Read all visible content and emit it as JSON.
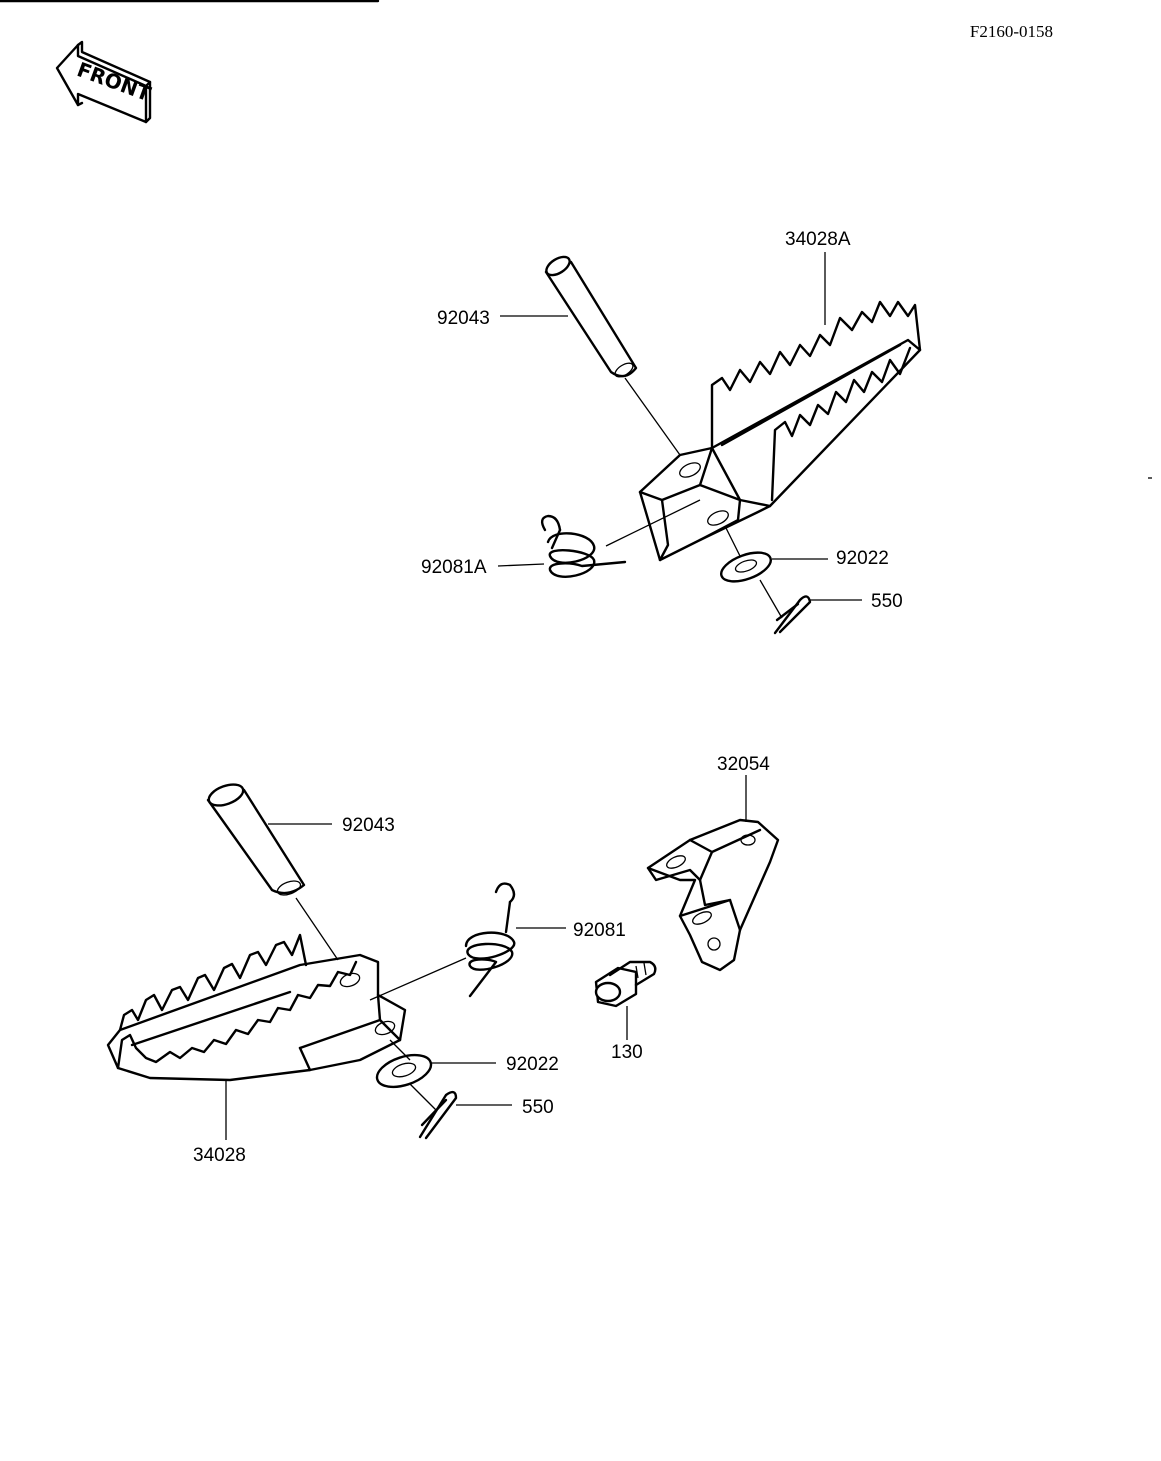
{
  "diagram_code": "F2160-0158",
  "front_label": "FRONT",
  "labels": {
    "p34028A": "34028A",
    "p92043_top": "92043",
    "p92081A": "92081A",
    "p92022_top": "92022",
    "p550_top": "550",
    "p32054": "32054",
    "p92043_bottom": "92043",
    "p92081": "92081",
    "p130": "130",
    "p92022_bottom": "92022",
    "p550_bottom": "550",
    "p34028": "34028"
  }
}
